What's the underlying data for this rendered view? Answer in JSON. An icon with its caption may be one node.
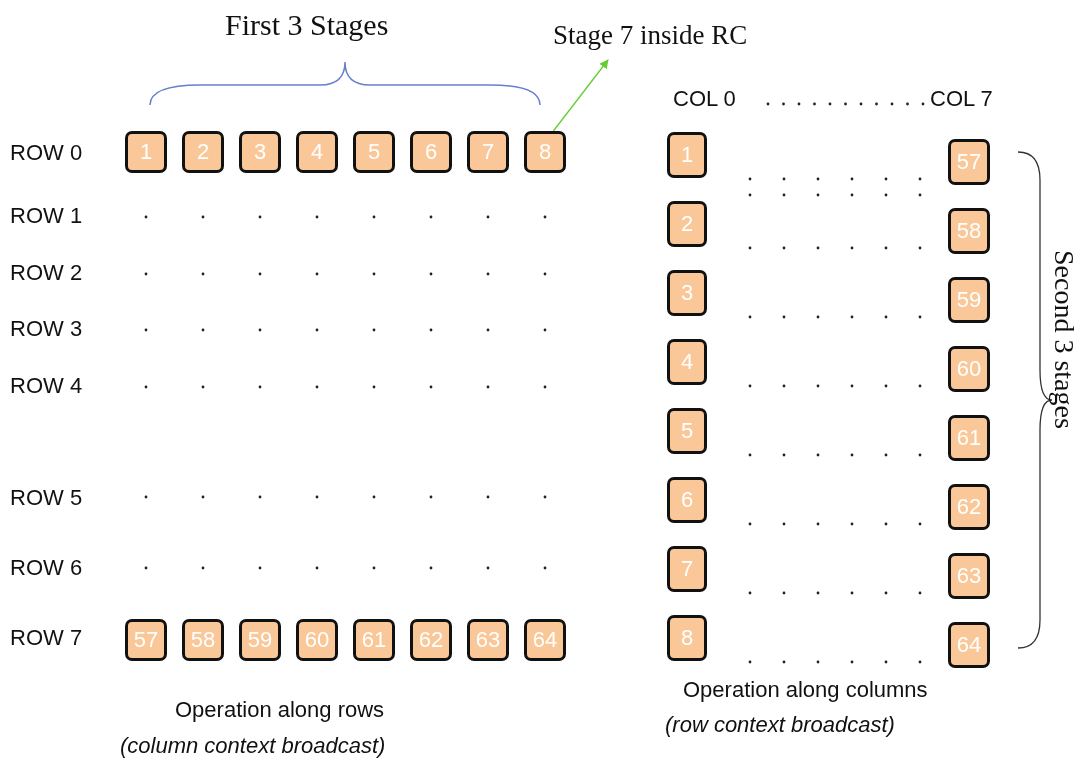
{
  "diagram": {
    "nodes": [
      {
        "text": [
          "1"
        ]
      },
      {
        "text": [
          "2"
        ]
      },
      {
        "text": [
          "3"
        ]
      },
      {
        "text": [
          "4"
        ]
      },
      {
        "text": [
          "5"
        ]
      },
      {
        "text": [
          "6"
        ]
      },
      {
        "text": [
          "7"
        ]
      },
      {
        "text": [
          "8"
        ]
      },
      {
        "text": [
          "57"
        ]
      },
      {
        "text": [
          "58"
        ]
      },
      {
        "text": [
          "59"
        ]
      },
      {
        "text": [
          "60"
        ]
      },
      {
        "text": [
          "61"
        ]
      },
      {
        "text": [
          "62"
        ]
      },
      {
        "text": [
          "63"
        ]
      },
      {
        "text": [
          "64"
        ]
      },
      {
        "text": [
          "1"
        ]
      },
      {
        "text": [
          "2"
        ]
      },
      {
        "text": [
          "3"
        ]
      },
      {
        "text": [
          "4"
        ]
      },
      {
        "text": [
          "5"
        ]
      },
      {
        "text": [
          "6"
        ]
      },
      {
        "text": [
          "7"
        ]
      },
      {
        "text": [
          "8"
        ]
      },
      {
        "text": [
          "57"
        ]
      },
      {
        "text": [
          "58"
        ]
      },
      {
        "text": [
          "59"
        ]
      },
      {
        "text": [
          "60"
        ]
      },
      {
        "text": [
          "61"
        ]
      },
      {
        "text": [
          "62"
        ]
      },
      {
        "text": [
          "63"
        ]
      },
      {
        "text": [
          "64"
        ]
      },
      {
        "text": [
          "Stage 7 inside RC"
        ]
      }
    ],
    "edges": [
      {
        "from": 7,
        "to": 32,
        "arrow": "to",
        "color": "#66cc33"
      }
    ],
    "labels": [
      "First 3 Stages",
      "COL 0",
      "COL 7",
      "ROW 0",
      "ROW 1",
      "ROW 2",
      "ROW 3",
      "ROW 4",
      "ROW 5",
      "ROW 6",
      "ROW 7",
      "Second 3 stages",
      "Operation along rows",
      "(column context broadcast)",
      "Operation along columns",
      "(row context broadcast)"
    ]
  }
}
